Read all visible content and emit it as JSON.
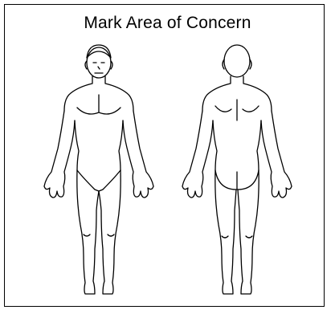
{
  "diagram": {
    "title": "Mark Area of Concern",
    "figures": [
      {
        "view": "front",
        "icon": "front-body-outline"
      },
      {
        "view": "back",
        "icon": "back-body-outline"
      }
    ],
    "colors": {
      "line": "#000000",
      "background": "#ffffff"
    }
  }
}
